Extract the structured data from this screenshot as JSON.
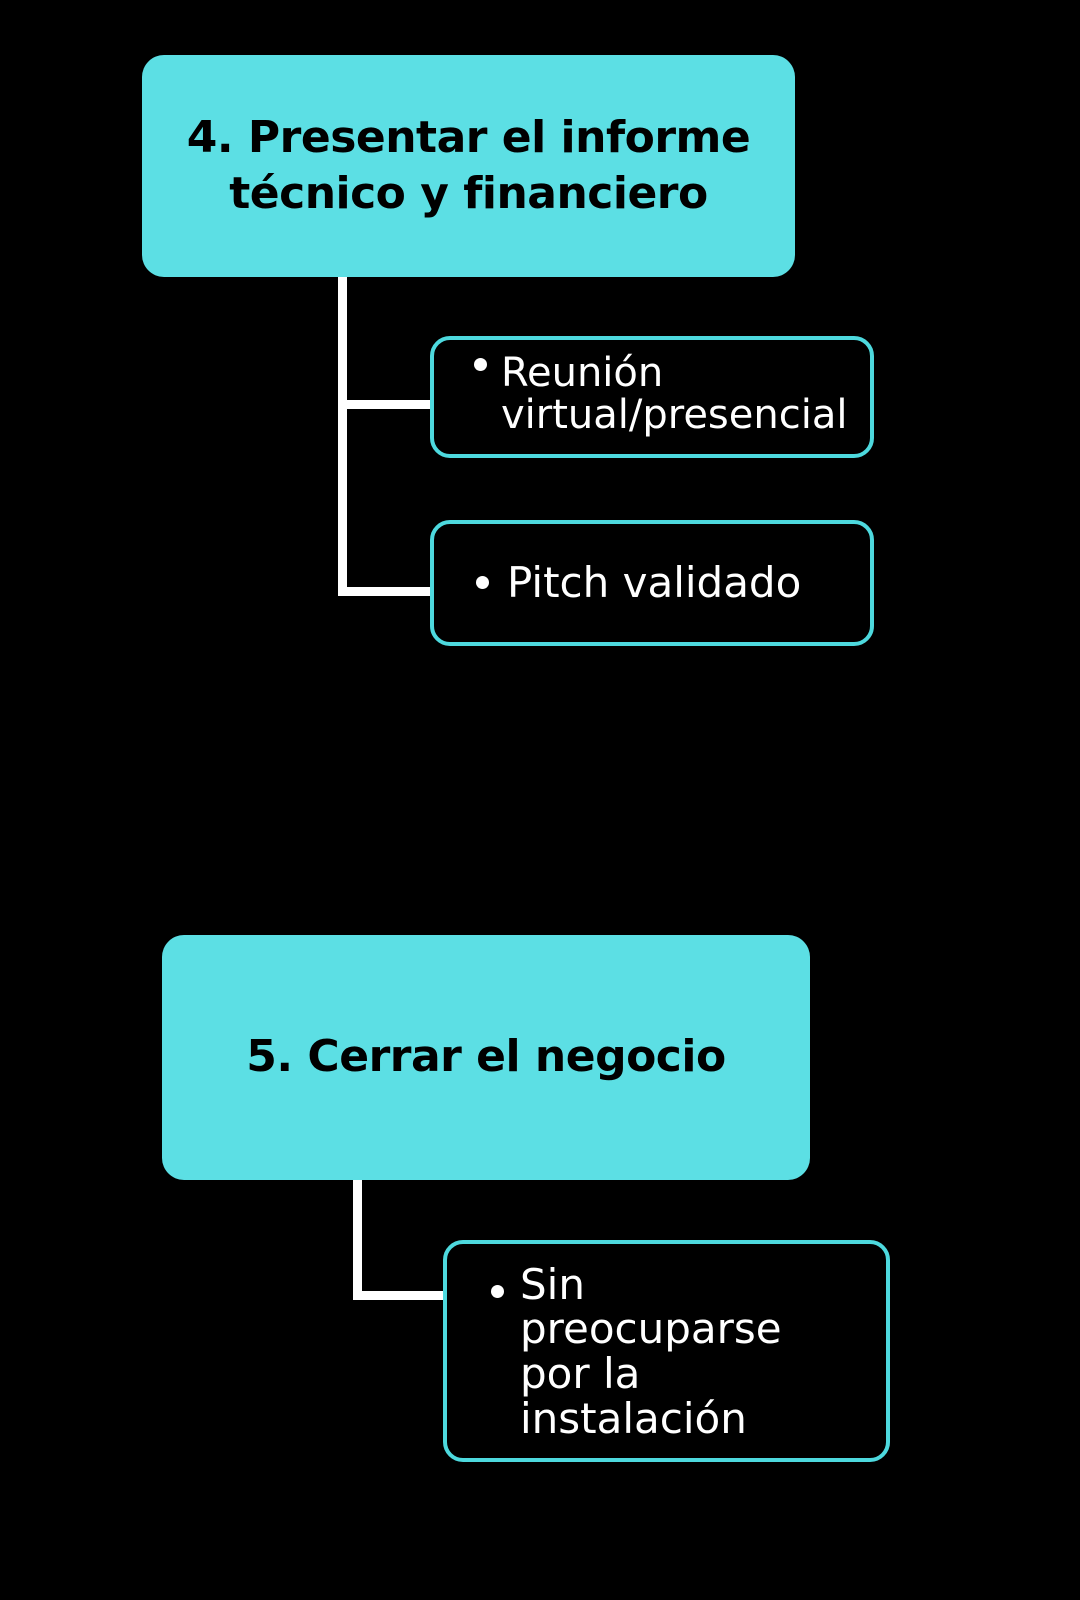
{
  "theme": {
    "background": "#000000",
    "accent_fill": "#5CDFE4",
    "accent_border": "#4DD9DE",
    "connector_color": "#ffffff",
    "parent_text_color": "#000000",
    "child_text_color": "#ffffff"
  },
  "diagram": {
    "type": "flowchart",
    "title": "",
    "steps": [
      {
        "id": "step-4",
        "label": "4. Presentar el informe\ntécnico y financiero",
        "children": [
          {
            "id": "step-4-child-1",
            "label": "Reunión\nvirtual/presencial"
          },
          {
            "id": "step-4-child-2",
            "label": "Pitch validado"
          }
        ]
      },
      {
        "id": "step-5",
        "label": "5. Cerrar el negocio",
        "children": [
          {
            "id": "step-5-child-1",
            "label": "Sin\npreocuparse\npor la\ninstalación"
          }
        ]
      }
    ]
  }
}
